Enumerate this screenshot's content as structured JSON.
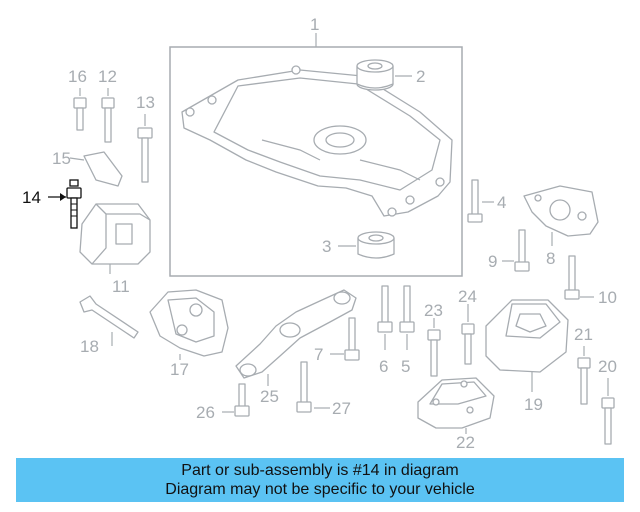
{
  "diagram": {
    "highlighted_part": "14",
    "callouts": [
      "1",
      "2",
      "3",
      "4",
      "5",
      "6",
      "7",
      "8",
      "9",
      "10",
      "11",
      "12",
      "13",
      "14",
      "15",
      "16",
      "17",
      "18",
      "19",
      "20",
      "21",
      "22",
      "23",
      "24",
      "25",
      "26",
      "27"
    ]
  },
  "banner": {
    "line1": "Part or sub-assembly is #14 in diagram",
    "line2": "Diagram may not be specific to your vehicle"
  },
  "colors": {
    "parts": "#a7acb1",
    "highlight": "#111111",
    "banner_bg": "#5bc3f3"
  }
}
